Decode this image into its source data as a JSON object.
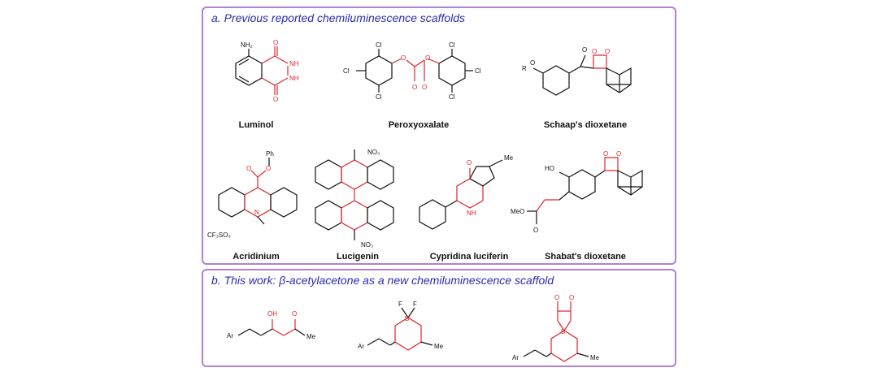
{
  "panel_a": {
    "title": "a. Previous reported chemiluminescence scaffolds",
    "compounds": [
      {
        "name": "Luminol"
      },
      {
        "name": "Peroxyoxalate"
      },
      {
        "name": "Schaap's dioxetane"
      },
      {
        "name": "Acridinium"
      },
      {
        "name": "Lucigenin"
      },
      {
        "name": "Cypridina luciferin"
      },
      {
        "name": "Shabat's dioxetane"
      }
    ]
  },
  "panel_b": {
    "title": "b. This work: β-acetylacetone as a new chemiluminescence scaffold"
  },
  "atom_labels": {
    "nh2": "NH₂",
    "o": "O",
    "nh": "NH",
    "cl": "Cl",
    "r": "R",
    "ph": "Ph",
    "cf3so3": "CF₃SO₃",
    "no3": "NO₃",
    "n": "N",
    "me": "Me",
    "h": "H",
    "ho": "HO",
    "meo": "MeO",
    "ar": "Ar",
    "oh": "OH",
    "f": "F",
    "b": "B",
    "plus": "+",
    "minus": "−"
  },
  "colors": {
    "border": "#b47fd6",
    "title": "#2b2bb0",
    "highlight": "#e0252a"
  }
}
